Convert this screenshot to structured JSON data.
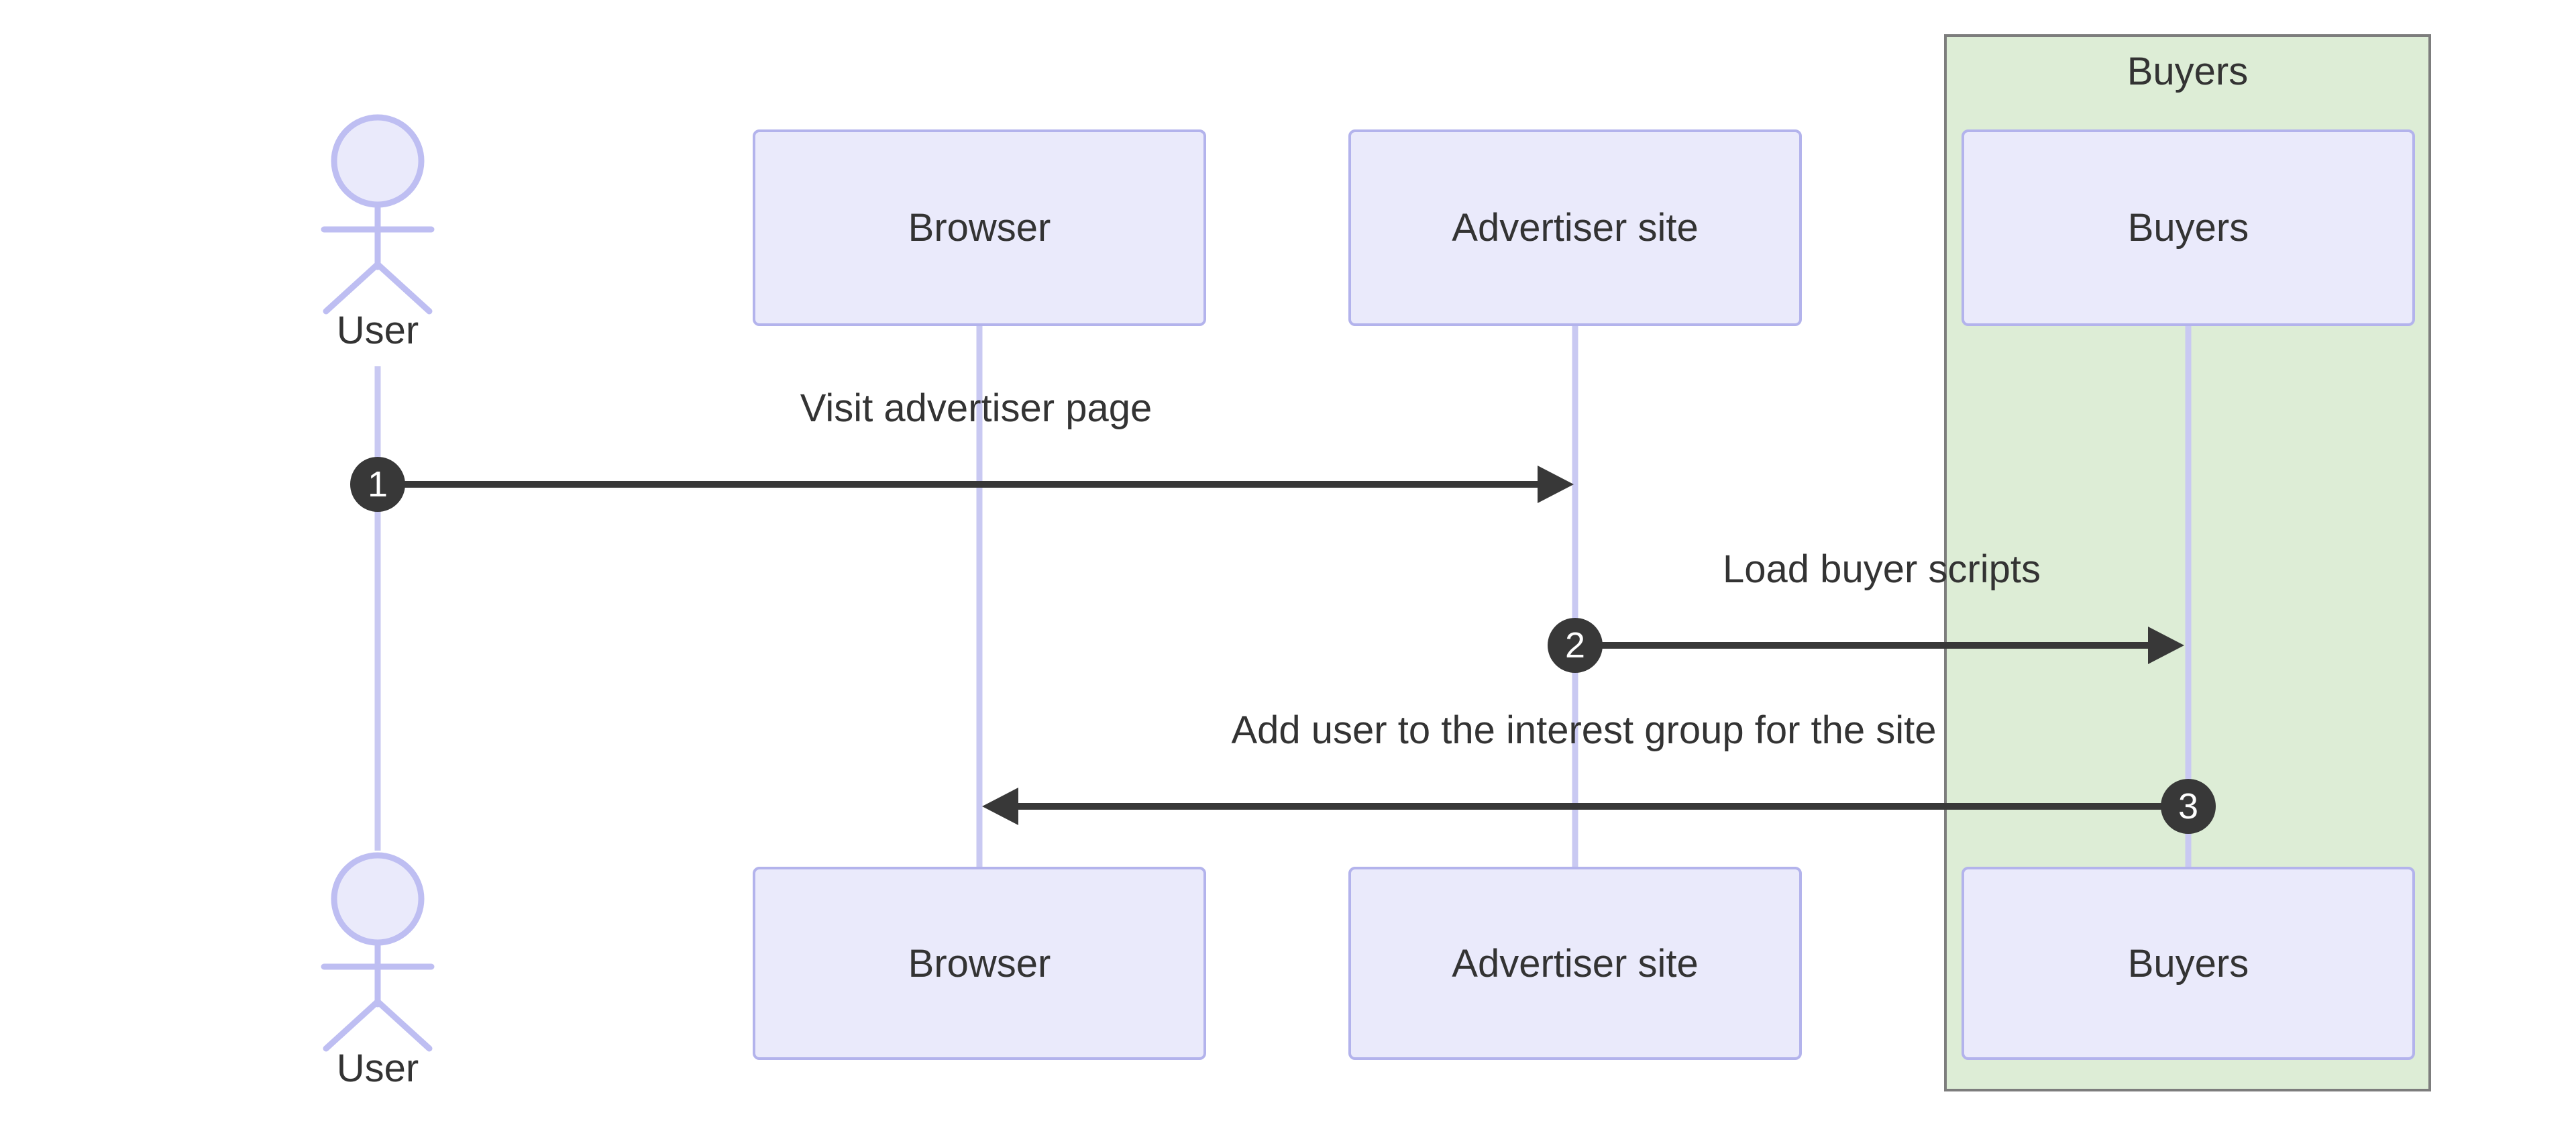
{
  "diagram": {
    "type": "sequence-diagram",
    "group": {
      "label": "Buyers"
    },
    "actors": [
      {
        "id": "user",
        "label": "User",
        "kind": "actor"
      },
      {
        "id": "browser",
        "label": "Browser",
        "kind": "participant"
      },
      {
        "id": "advertiser",
        "label": "Advertiser site",
        "kind": "participant"
      },
      {
        "id": "buyers",
        "label": "Buyers",
        "kind": "participant",
        "group": "Buyers"
      }
    ],
    "messages": [
      {
        "seq": "1",
        "from": "user",
        "to": "advertiser",
        "label": "Visit advertiser page"
      },
      {
        "seq": "2",
        "from": "advertiser",
        "to": "buyers",
        "label": "Load buyer scripts"
      },
      {
        "seq": "3",
        "from": "buyers",
        "to": "browser",
        "label": "Add user to the interest group for the site"
      }
    ],
    "colors": {
      "background": "#ffffff",
      "participant_fill": "#EAEAFB",
      "participant_border": "#B3B3EC",
      "lifeline": "#C9C9F2",
      "actor_stroke": "#BEBEF2",
      "group_fill": "#DDEDD6",
      "group_border": "#7d7d7d",
      "arrow": "#383838",
      "badge_fill": "#383838",
      "badge_text": "#ffffff",
      "text": "#333333"
    }
  }
}
